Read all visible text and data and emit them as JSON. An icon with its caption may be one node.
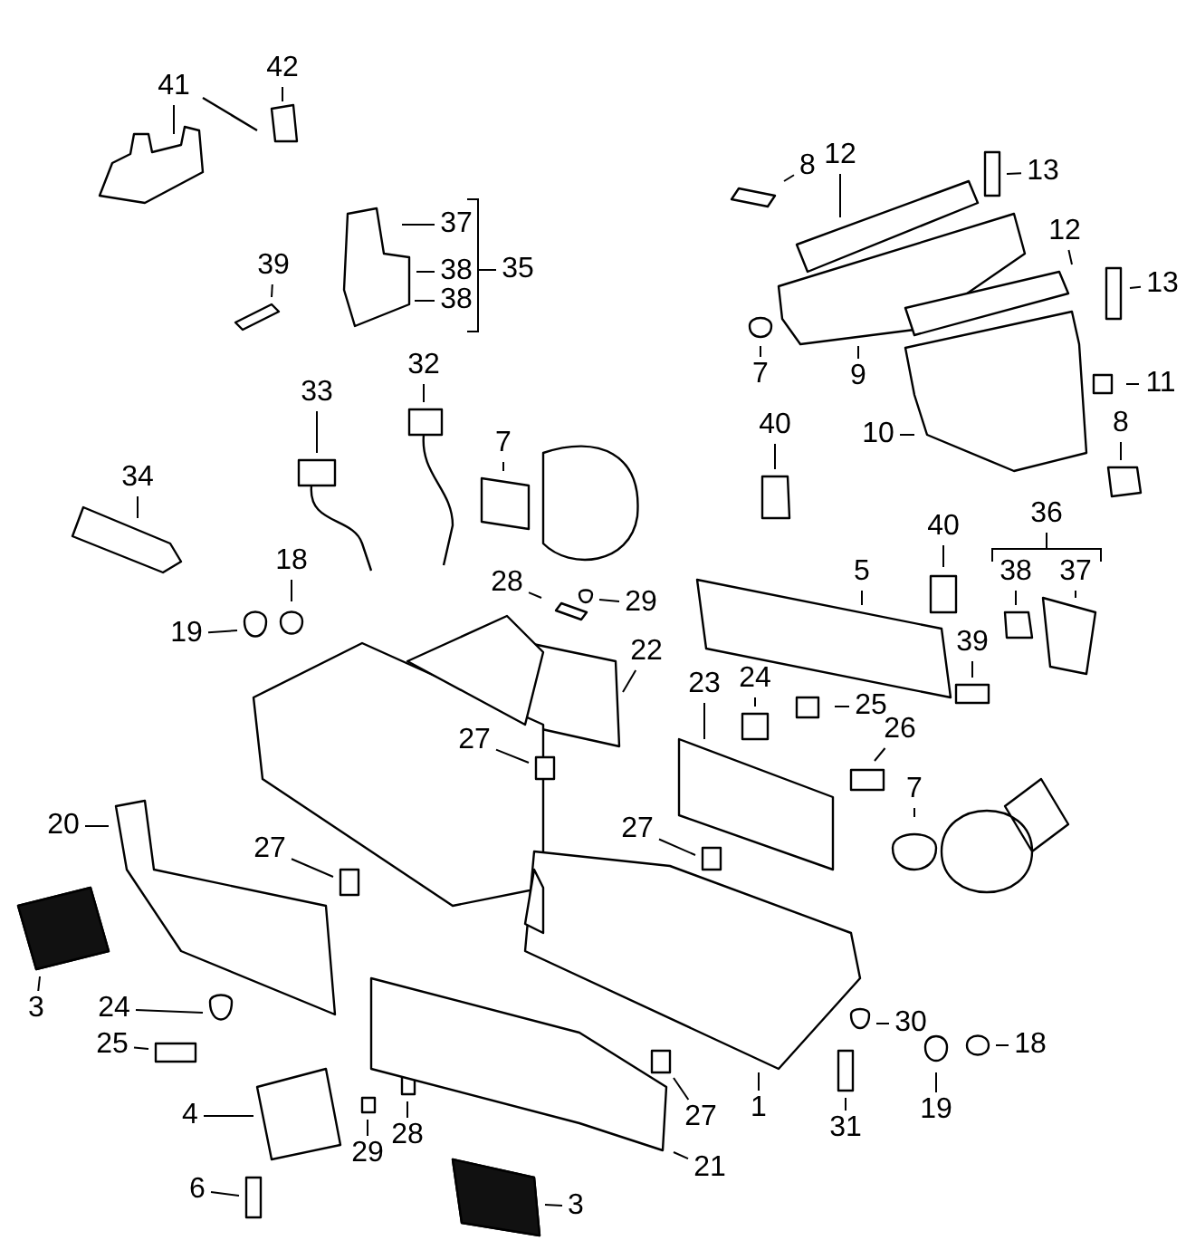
{
  "diagram": {
    "nodes": [
      {
        "text": [
          "41"
        ]
      },
      {
        "text": [
          "42"
        ]
      },
      {
        "text": [
          "12"
        ]
      },
      {
        "text": [
          "13"
        ]
      },
      {
        "text": [
          "8"
        ]
      },
      {
        "text": [
          "37"
        ]
      },
      {
        "text": [
          "12"
        ]
      },
      {
        "text": [
          "39"
        ]
      },
      {
        "text": [
          "38"
        ]
      },
      {
        "text": [
          "13"
        ]
      },
      {
        "text": [
          "38"
        ]
      },
      {
        "text": [
          "32"
        ]
      },
      {
        "text": [
          "7"
        ]
      },
      {
        "text": [
          "9"
        ]
      },
      {
        "text": [
          "11"
        ]
      },
      {
        "text": [
          "33"
        ]
      },
      {
        "text": [
          "8"
        ]
      },
      {
        "text": [
          "40"
        ]
      },
      {
        "text": [
          "10"
        ]
      },
      {
        "text": [
          "7"
        ]
      },
      {
        "text": [
          "34"
        ]
      },
      {
        "text": [
          "40"
        ]
      },
      {
        "text": [
          "18"
        ]
      },
      {
        "text": [
          "38"
        ]
      },
      {
        "text": [
          "37"
        ]
      },
      {
        "text": [
          "5"
        ]
      },
      {
        "text": [
          "28"
        ]
      },
      {
        "text": [
          "29"
        ]
      },
      {
        "text": [
          "22"
        ]
      },
      {
        "text": [
          "19"
        ]
      },
      {
        "text": [
          "39"
        ]
      },
      {
        "text": [
          "24"
        ]
      },
      {
        "text": [
          "23"
        ]
      },
      {
        "text": [
          "25"
        ]
      },
      {
        "text": [
          "26"
        ]
      },
      {
        "text": [
          "27"
        ]
      },
      {
        "text": [
          "7"
        ]
      },
      {
        "text": [
          "20"
        ]
      },
      {
        "text": [
          "27"
        ]
      },
      {
        "text": [
          "27"
        ]
      },
      {
        "text": [
          "3"
        ]
      },
      {
        "text": [
          "24"
        ]
      },
      {
        "text": [
          "30"
        ]
      },
      {
        "text": [
          "25"
        ]
      },
      {
        "text": [
          "18"
        ]
      },
      {
        "text": [
          "1"
        ]
      },
      {
        "text": [
          "4"
        ]
      },
      {
        "text": [
          "19"
        ]
      },
      {
        "text": [
          "27"
        ]
      },
      {
        "text": [
          "31"
        ]
      },
      {
        "text": [
          "28"
        ]
      },
      {
        "text": [
          "29"
        ]
      },
      {
        "text": [
          "21"
        ]
      },
      {
        "text": [
          "6"
        ]
      },
      {
        "text": [
          "3"
        ]
      }
    ],
    "edges": [
      {
        "from": 0,
        "to": null,
        "arrow": "none"
      },
      {
        "from": 1,
        "to": null,
        "arrow": "none"
      },
      {
        "from": 2,
        "to": null,
        "arrow": "none"
      },
      {
        "from": 3,
        "to": null,
        "arrow": "none"
      },
      {
        "from": 4,
        "to": null,
        "arrow": "none"
      },
      {
        "from": 5,
        "to": null,
        "arrow": "none"
      },
      {
        "from": 6,
        "to": null,
        "arrow": "none"
      },
      {
        "from": 7,
        "to": null,
        "arrow": "none"
      },
      {
        "from": 8,
        "to": null,
        "arrow": "none"
      },
      {
        "from": 9,
        "to": null,
        "arrow": "none"
      },
      {
        "from": 10,
        "to": null,
        "arrow": "none"
      },
      {
        "from": 11,
        "to": null,
        "arrow": "none"
      },
      {
        "from": 12,
        "to": null,
        "arrow": "none"
      },
      {
        "from": 13,
        "to": null,
        "arrow": "none"
      },
      {
        "from": 14,
        "to": null,
        "arrow": "none"
      },
      {
        "from": 15,
        "to": null,
        "arrow": "none"
      },
      {
        "from": 16,
        "to": null,
        "arrow": "none"
      },
      {
        "from": 17,
        "to": null,
        "arrow": "none"
      },
      {
        "from": 18,
        "to": null,
        "arrow": "none"
      },
      {
        "from": 19,
        "to": null,
        "arrow": "none"
      },
      {
        "from": 20,
        "to": null,
        "arrow": "none"
      },
      {
        "from": 21,
        "to": null,
        "arrow": "none"
      },
      {
        "from": 22,
        "to": null,
        "arrow": "none"
      },
      {
        "from": 23,
        "to": null,
        "arrow": "none"
      },
      {
        "from": 24,
        "to": null,
        "arrow": "none"
      },
      {
        "from": 25,
        "to": null,
        "arrow": "none"
      },
      {
        "from": 26,
        "to": null,
        "arrow": "none"
      },
      {
        "from": 27,
        "to": null,
        "arrow": "none"
      },
      {
        "from": 28,
        "to": null,
        "arrow": "none"
      },
      {
        "from": 29,
        "to": null,
        "arrow": "none"
      },
      {
        "from": 30,
        "to": null,
        "arrow": "none"
      },
      {
        "from": 31,
        "to": null,
        "arrow": "none"
      },
      {
        "from": 32,
        "to": null,
        "arrow": "none"
      },
      {
        "from": 33,
        "to": null,
        "arrow": "none"
      },
      {
        "from": 34,
        "to": null,
        "arrow": "none"
      },
      {
        "from": 35,
        "to": null,
        "arrow": "none"
      },
      {
        "from": 36,
        "to": null,
        "arrow": "none"
      },
      {
        "from": 37,
        "to": null,
        "arrow": "none"
      },
      {
        "from": 38,
        "to": null,
        "arrow": "none"
      },
      {
        "from": 39,
        "to": null,
        "arrow": "none"
      },
      {
        "from": 40,
        "to": null,
        "arrow": "none"
      },
      {
        "from": 41,
        "to": null,
        "arrow": "none"
      },
      {
        "from": 42,
        "to": null,
        "arrow": "none"
      },
      {
        "from": 43,
        "to": null,
        "arrow": "none"
      },
      {
        "from": 44,
        "to": null,
        "arrow": "none"
      },
      {
        "from": 45,
        "to": null,
        "arrow": "none"
      },
      {
        "from": 46,
        "to": null,
        "arrow": "none"
      },
      {
        "from": 47,
        "to": null,
        "arrow": "none"
      },
      {
        "from": 48,
        "to": null,
        "arrow": "none"
      },
      {
        "from": 49,
        "to": null,
        "arrow": "none"
      },
      {
        "from": 50,
        "to": null,
        "arrow": "none"
      },
      {
        "from": 51,
        "to": null,
        "arrow": "none"
      },
      {
        "from": 52,
        "to": null,
        "arrow": "none"
      },
      {
        "from": 53,
        "to": null,
        "arrow": "none"
      },
      {
        "from": 54,
        "to": null,
        "arrow": "none"
      }
    ],
    "labels": [
      "35",
      "36"
    ]
  }
}
